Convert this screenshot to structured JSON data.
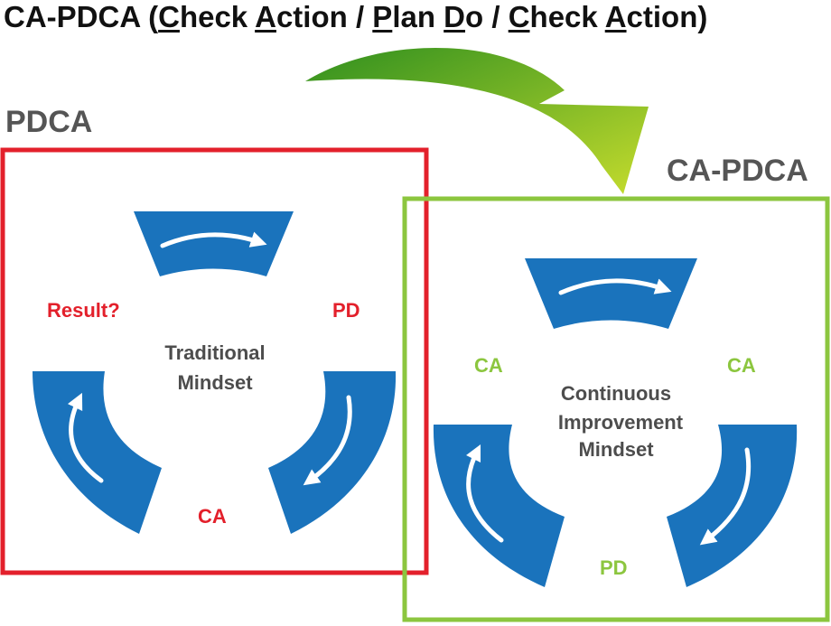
{
  "title": {
    "parts": [
      {
        "text": "CA-PDCA (",
        "underline": false
      },
      {
        "text": "C",
        "underline": true
      },
      {
        "text": "heck ",
        "underline": false
      },
      {
        "text": "A",
        "underline": true
      },
      {
        "text": "ction / ",
        "underline": false
      },
      {
        "text": "P",
        "underline": true
      },
      {
        "text": "lan ",
        "underline": false
      },
      {
        "text": "D",
        "underline": true
      },
      {
        "text": "o / ",
        "underline": false
      },
      {
        "text": "C",
        "underline": true
      },
      {
        "text": "heck ",
        "underline": false
      },
      {
        "text": "A",
        "underline": true
      },
      {
        "text": "ction)",
        "underline": false
      }
    ]
  },
  "pdca": {
    "heading": "PDCA",
    "label_left": "Result?",
    "label_right": "PD",
    "label_bottom": "CA",
    "center_line1": "Traditional",
    "center_line2": "Mindset",
    "border_color": "#e3202b"
  },
  "capdca": {
    "heading": "CA-PDCA",
    "label_left": "CA",
    "label_right": "CA",
    "label_bottom": "PD",
    "center_line1": "Continuous",
    "center_line2": "Improvement",
    "center_line3": "Mindset",
    "border_color": "#8cc63f"
  },
  "colors": {
    "segment": "#1a73bc",
    "arrow_gradient_start": "#2f8f1f",
    "arrow_gradient_end": "#c5dc2d",
    "heading_gray": "#555555"
  }
}
